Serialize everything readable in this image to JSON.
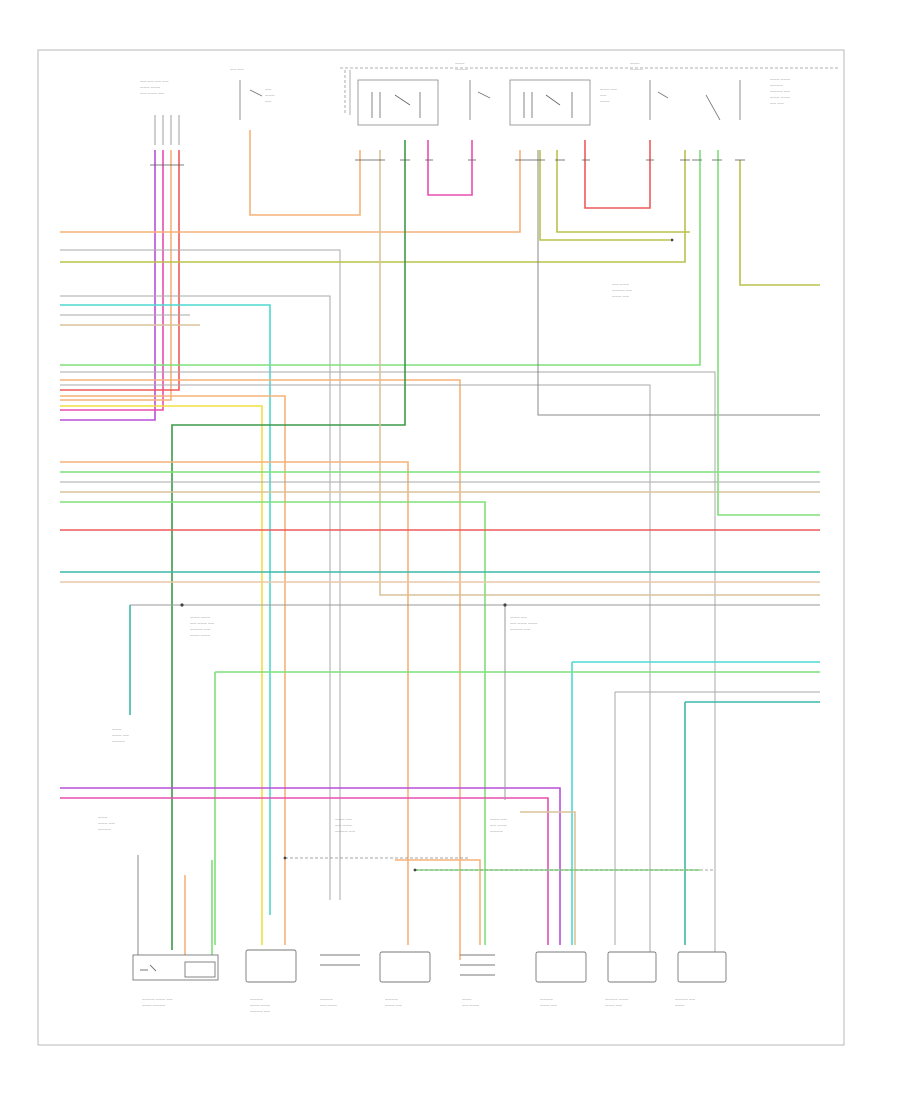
{
  "diagram": {
    "footer_code": "",
    "components": [
      {
        "id": "fuel-pump-module",
        "label": ""
      },
      {
        "id": "ac-compressor-clutch",
        "label": ""
      },
      {
        "id": "fuel-level-sensor",
        "label": ""
      },
      {
        "id": "throttle-position-sensor",
        "label": ""
      },
      {
        "id": "camshaft-position-sensor",
        "label": ""
      },
      {
        "id": "crankshaft-position-sensor",
        "label": ""
      },
      {
        "id": "knock-sensor-1",
        "label": ""
      },
      {
        "id": "knock-sensor-2",
        "label": ""
      }
    ],
    "wire_colors": {
      "orange": "#f5b27a",
      "pink": "#e84fb0",
      "purple": "#b84fd8",
      "green": "#7ee07a",
      "dark_green": "#3a9a4a",
      "olive": "#b8c24a",
      "cyan": "#4fd8d0",
      "teal": "#3fb8a8",
      "yellow": "#f0e040",
      "red": "#ef5a5a",
      "gray": "#9a9a9a",
      "tan": "#d8c49a",
      "light_blue": "#8ab8f0"
    }
  }
}
